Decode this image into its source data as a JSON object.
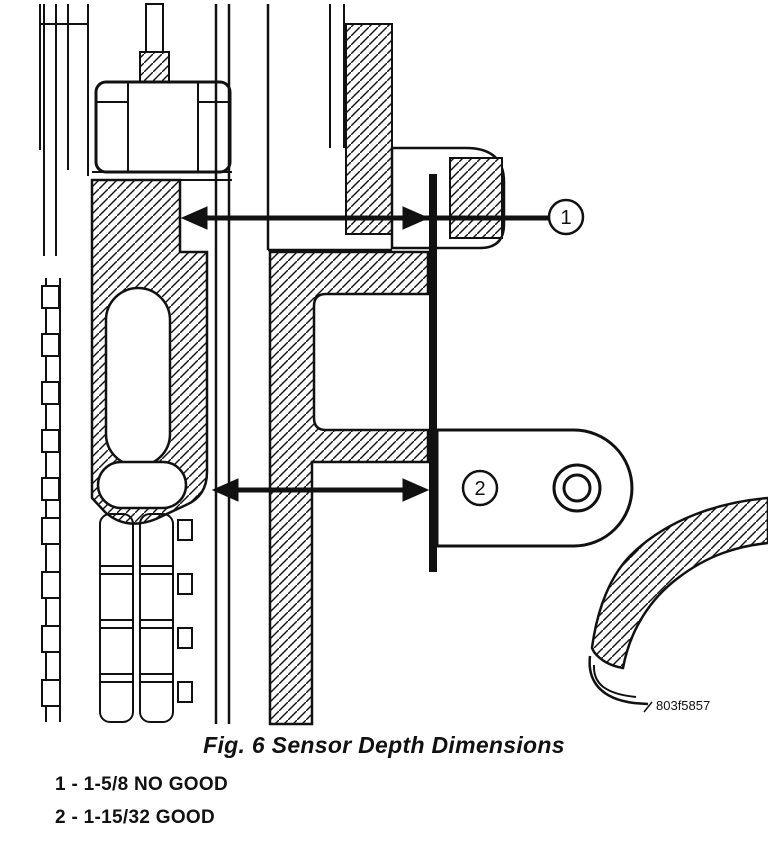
{
  "figure": {
    "caption": "Fig. 6 Sensor Depth Dimensions",
    "image_code": "803f5857",
    "callouts": {
      "one": "1",
      "two": "2"
    },
    "legend": {
      "items": [
        "1 - 1-5/8 NO GOOD",
        "2 - 1-15/32 GOOD"
      ]
    },
    "colors": {
      "ink": "#111111",
      "background": "#ffffff"
    }
  }
}
